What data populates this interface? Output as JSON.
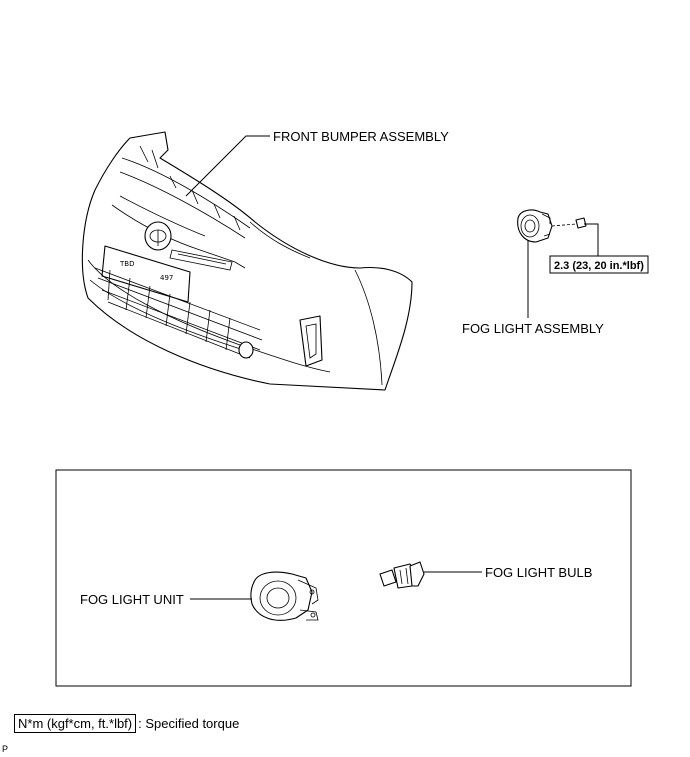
{
  "labels": {
    "front_bumper_assembly": "FRONT BUMPER ASSEMBLY",
    "fog_light_assembly": "FOG LIGHT ASSEMBLY",
    "torque_value": "2.3 (23, 20 in.*lbf)",
    "fog_light_unit": "FOG LIGHT UNIT",
    "fog_light_bulb": "FOG LIGHT BULB"
  },
  "legend": {
    "unit_box": "N*m (kgf*cm, ft.*lbf)",
    "description": ": Specified torque"
  },
  "corner_mark": "P"
}
